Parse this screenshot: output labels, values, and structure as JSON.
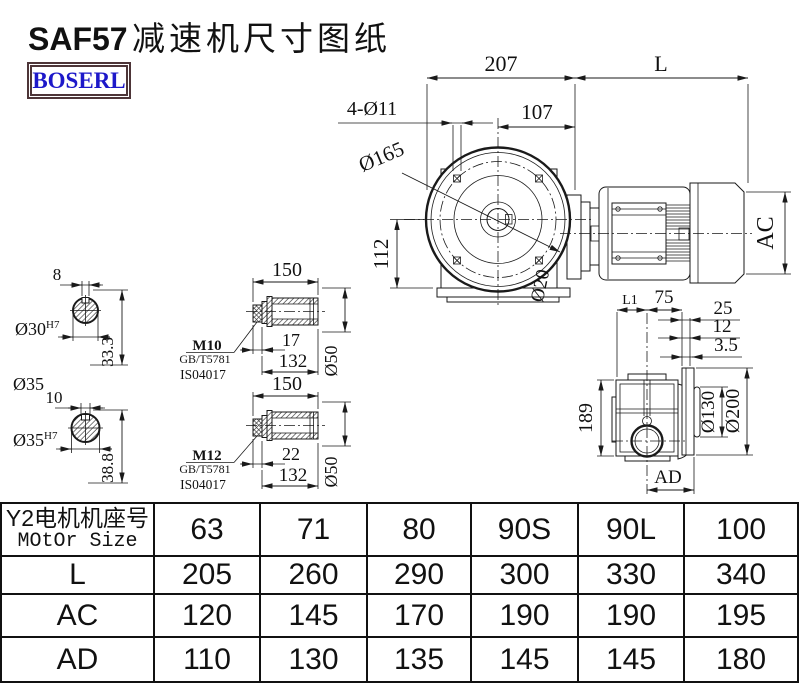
{
  "page": {
    "title_model": "SAF57",
    "title_rest": "减速机尺寸图纸",
    "logo": "BOSERL"
  },
  "colors": {
    "logo_text": "#1d18c9",
    "logo_border": "#4d3538",
    "ink": "#1a1a1a"
  },
  "drawing": {
    "main_view": {
      "width": "207",
      "motor_length": "L",
      "flange_to_center": "107",
      "mounting_holes": "4-Ø11",
      "bolt_circle": "Ø165",
      "shaft_height": "112",
      "motor_width": "AC",
      "hollow_bore": "Ø20"
    },
    "rear_view": {
      "l1": "L1",
      "d75": "75",
      "d25": "25",
      "d12": "12",
      "d3_5": "3.5",
      "d189": "189",
      "d130": "Ø130",
      "d200": "Ø200",
      "ad": "AD"
    },
    "section_30": {
      "key_width": "8",
      "bore": "Ø30",
      "tolerance": "H7",
      "key_depth": "33.3"
    },
    "label_35": "Ø35",
    "section_35": {
      "key_width": "10",
      "bore": "Ø35",
      "tolerance": "H7",
      "key_depth": "38.8"
    },
    "shaft_m10": {
      "length": "150",
      "thread": "M10",
      "standard_gb": "GB/T5781",
      "standard_iso": "IS04017",
      "thread_len": "17",
      "key_len": "132",
      "diameter": "Ø50"
    },
    "shaft_m12": {
      "length": "150",
      "thread": "M12",
      "standard_gb": "GB/T5781",
      "standard_iso": "IS04017",
      "thread_len": "22",
      "key_len": "132",
      "diameter": "Ø50"
    }
  },
  "table": {
    "header_cn": "Y2电机机座号",
    "header_en": "MOtOr Size",
    "motor_sizes": [
      "63",
      "71",
      "80",
      "90S",
      "90L",
      "100"
    ],
    "rows": [
      {
        "label": "L",
        "values": [
          "205",
          "260",
          "290",
          "300",
          "330",
          "340"
        ]
      },
      {
        "label": "AC",
        "values": [
          "120",
          "145",
          "170",
          "190",
          "190",
          "195"
        ]
      },
      {
        "label": "AD",
        "values": [
          "110",
          "130",
          "135",
          "145",
          "145",
          "180"
        ]
      }
    ]
  }
}
